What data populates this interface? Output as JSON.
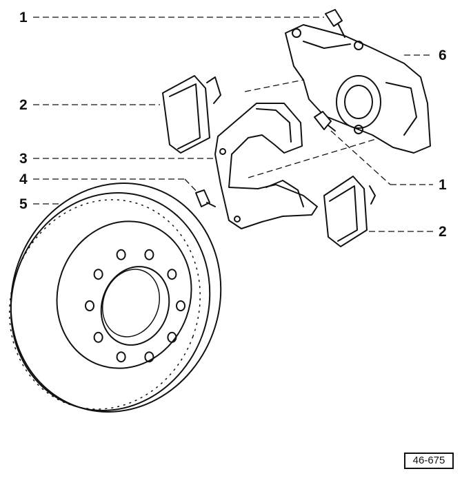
{
  "callouts": [
    {
      "id": "c1a",
      "label": "1"
    },
    {
      "id": "c2a",
      "label": "2"
    },
    {
      "id": "c3",
      "label": "3"
    },
    {
      "id": "c4",
      "label": "4"
    },
    {
      "id": "c5",
      "label": "5"
    },
    {
      "id": "c6",
      "label": "6"
    },
    {
      "id": "c1b",
      "label": "1"
    },
    {
      "id": "c2b",
      "label": "2"
    }
  ],
  "figure_ref": "46-675"
}
